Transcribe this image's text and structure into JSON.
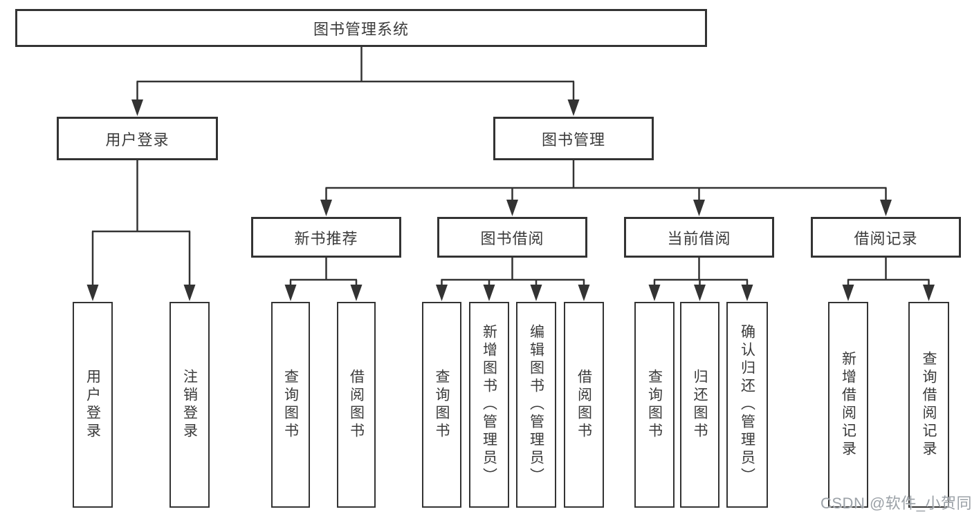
{
  "colors": {
    "background": "#ffffff",
    "line": "#333333",
    "box_border": "#333333",
    "text": "#3a3a3a",
    "watermark": "#9ba1a7"
  },
  "tree": {
    "root": "图书管理系统",
    "level2": [
      {
        "label": "用户登录",
        "children": [
          "用户登录",
          "注销登录"
        ]
      },
      {
        "label": "图书管理",
        "groups": [
          {
            "label": "新书推荐",
            "children": [
              "查询图书",
              "借阅图书"
            ]
          },
          {
            "label": "图书借阅",
            "children": [
              "查询图书",
              "新增图书（管理员）",
              "编辑图书（管理员）",
              "借阅图书"
            ]
          },
          {
            "label": "当前借阅",
            "children": [
              "查询图书",
              "归还图书",
              "确认归还（管理员）"
            ]
          },
          {
            "label": "借阅记录",
            "children": [
              "新增借阅记录",
              "查询借阅记录"
            ]
          }
        ]
      }
    ]
  },
  "watermark": "CSDN @软件_小贺同学"
}
